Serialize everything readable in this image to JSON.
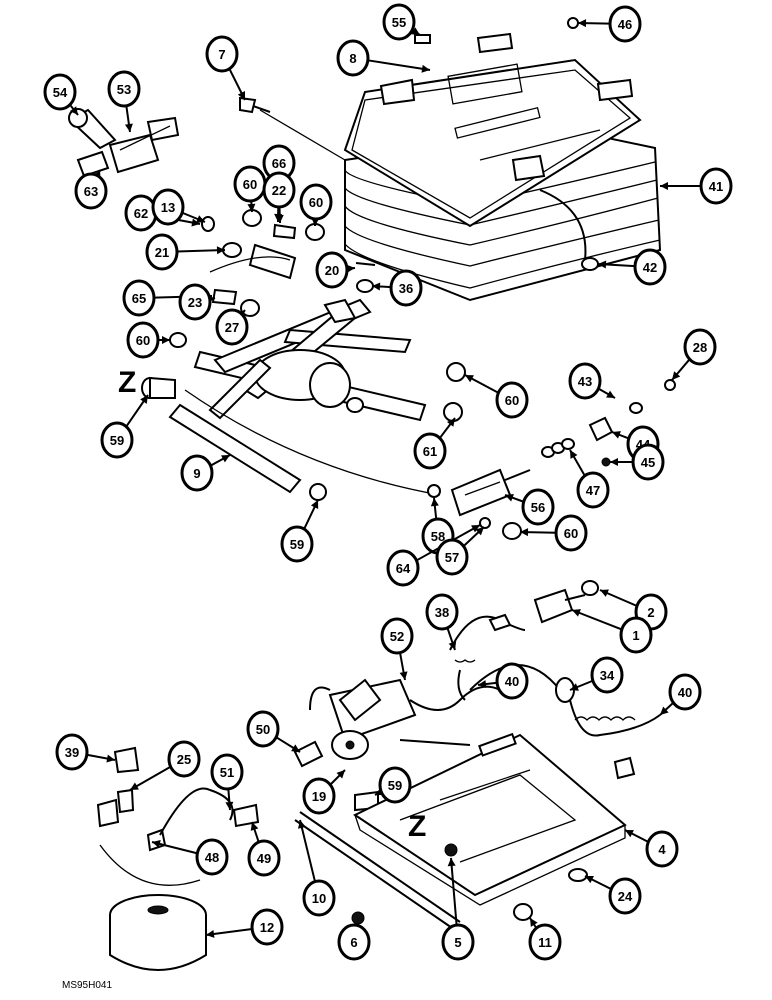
{
  "diagram": {
    "callouts": [
      "55",
      "46",
      "7",
      "8",
      "54",
      "53",
      "66",
      "60",
      "22",
      "60",
      "41",
      "62",
      "13",
      "21",
      "63",
      "20",
      "36",
      "42",
      "65",
      "23",
      "27",
      "60",
      "28",
      "43",
      "60",
      "44",
      "59",
      "45",
      "9",
      "61",
      "47",
      "58",
      "56",
      "59",
      "64",
      "57",
      "60",
      "2",
      "38",
      "1",
      "52",
      "40",
      "34",
      "40",
      "50",
      "39",
      "25",
      "51",
      "19",
      "59",
      "4",
      "48",
      "49",
      "24",
      "10",
      "6",
      "5",
      "11",
      "12"
    ],
    "z_labels": [
      "Z",
      "Z"
    ],
    "footer_code": "MS95H041"
  },
  "colors": {
    "line": "#000000",
    "background": "#ffffff"
  }
}
